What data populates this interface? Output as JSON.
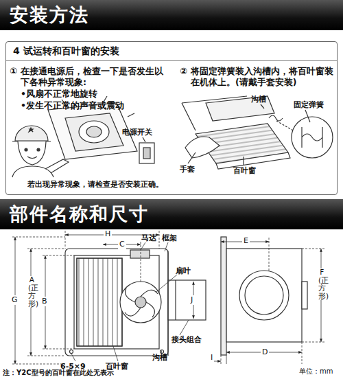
{
  "diagram": {
    "title": "安装方法",
    "nodes": [
      {
        "text": [
          "4 试运转和百叶窗的安装"
        ]
      },
      {
        "text": [
          "部件名称和尺寸"
        ]
      }
    ],
    "labels": [
      "①",
      "在接通电源后，检查一下是否发生以下各种异常现象:",
      "•风扇不正常地旋转",
      "•发生不正常的声音或震动",
      "电源开关",
      "若出现异常现象，请检查是否安装正确。",
      "②",
      "将固定弹簧装入沟槽内，将百叶窗装在机体上。(请戴手套安装)",
      "沟槽",
      "固定弹簧",
      "手套",
      "百叶窗",
      "H",
      "C",
      "马达",
      "框架",
      "扇叶",
      "G",
      "B",
      "A(正方形)",
      "J",
      "接头组合",
      "6-5×9",
      "百叶窗",
      "沟槽",
      "E",
      "F(正方形)",
      "I",
      "D",
      "注：Y2C型号的百叶窗在此处无表示",
      "单位：mm"
    ]
  }
}
